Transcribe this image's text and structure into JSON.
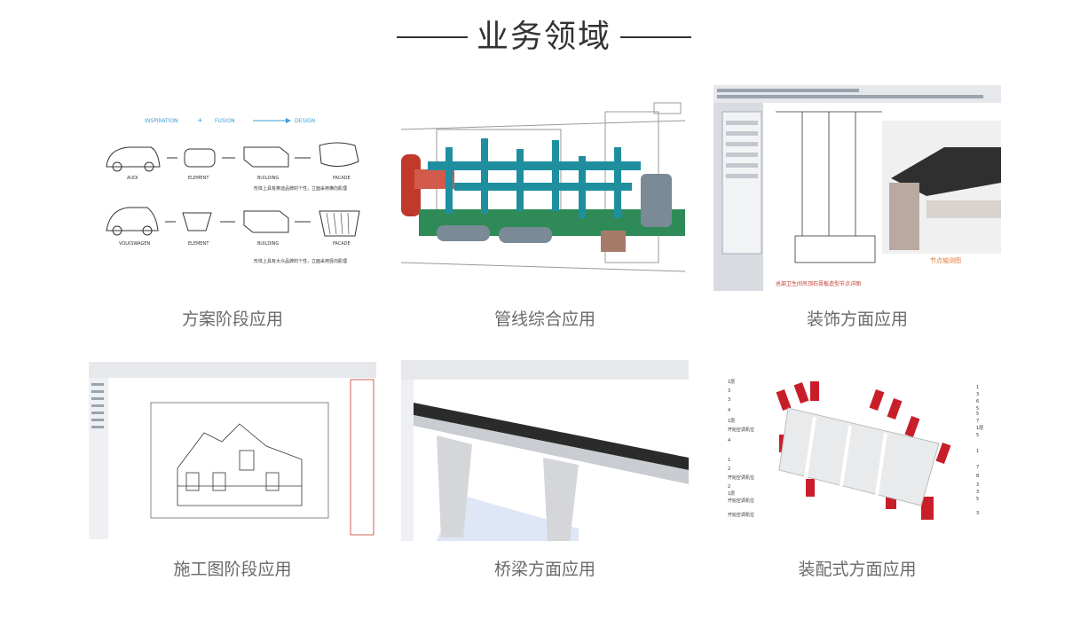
{
  "section": {
    "title": "业务领域"
  },
  "cards": [
    {
      "caption": "方案阶段应用",
      "inner": {
        "top": [
          "INSPIRATION",
          "+",
          "FUSION",
          "DESIGN"
        ],
        "row1": [
          "AUDI",
          "ELEMENT",
          "BUILDING",
          "FACADE"
        ],
        "row2": [
          "VOLKSWAGEN",
          "ELEMENT",
          "BUILDING",
          "FACADE"
        ],
        "note1": "形体上具有奥迪品牌的个性，立面采用横向肌理",
        "note2": "形体上具有大众品牌的个性，立面采用竖向肌理"
      }
    },
    {
      "caption": "管线综合应用"
    },
    {
      "caption": "装饰方面应用",
      "inner": {
        "label": "节点轴测图",
        "footer": "总部卫生间吊顶石膏板造型节点详图"
      }
    },
    {
      "caption": "施工图阶段应用"
    },
    {
      "caption": "桥梁方面应用"
    },
    {
      "caption": "装配式方面应用",
      "inner": {
        "left_labels": [
          "1层",
          "3",
          "3",
          "4",
          "1层",
          "开始空调机位",
          "4",
          "1",
          "2",
          "开始空调机位",
          "2",
          "1层",
          "开始空调机位",
          "开始空调机位"
        ],
        "right_labels": [
          "1",
          "3",
          "6",
          "5",
          "5",
          "7",
          "1层",
          "5",
          "1",
          "7",
          "8",
          "3",
          "3",
          "5",
          "3"
        ]
      }
    }
  ]
}
